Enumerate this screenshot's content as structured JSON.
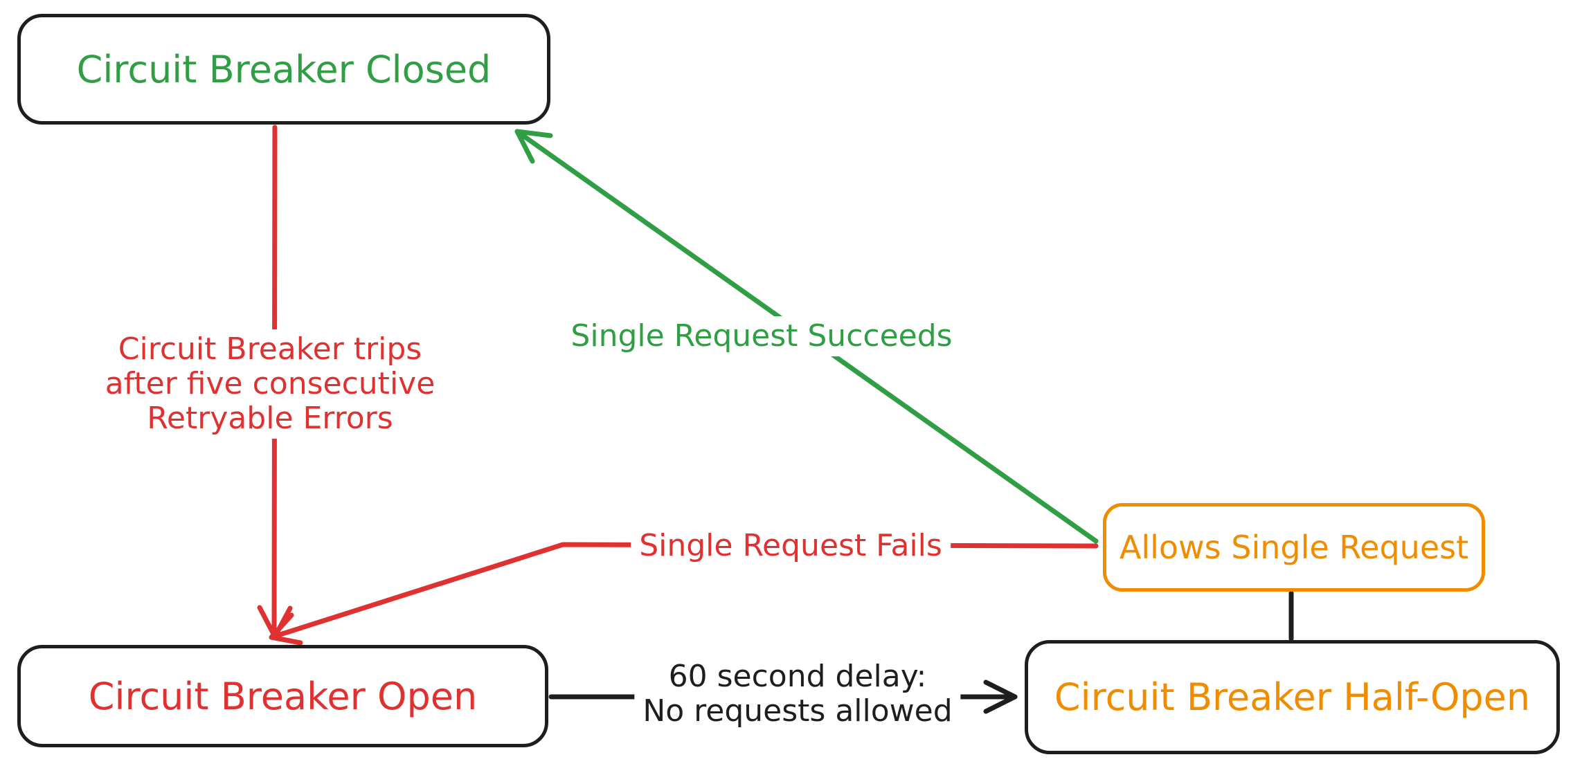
{
  "palette": {
    "green": "#2f9e44",
    "red": "#e03131",
    "orange": "#f08c00",
    "black": "#1e1e1e",
    "background": "#ffffff"
  },
  "nodes": {
    "closed": {
      "label": "Circuit Breaker Closed",
      "color": "#2f9e44"
    },
    "open": {
      "label": "Circuit Breaker Open",
      "color": "#e03131"
    },
    "halfopen": {
      "label": "Circuit Breaker Half-Open",
      "color": "#f08c00"
    },
    "allows": {
      "label": "Allows Single Request",
      "color": "#f08c00"
    }
  },
  "edges": {
    "trip": {
      "color": "#e03131",
      "lines": [
        "Circuit Breaker trips",
        "after five consecutive",
        "Retryable Errors"
      ]
    },
    "succeeds": {
      "color": "#2f9e44",
      "label": "Single Request Succeeds"
    },
    "fails": {
      "color": "#e03131",
      "label": "Single Request Fails"
    },
    "delay": {
      "color": "#1e1e1e",
      "lines": [
        "60 second delay:",
        "No requests allowed"
      ]
    }
  }
}
